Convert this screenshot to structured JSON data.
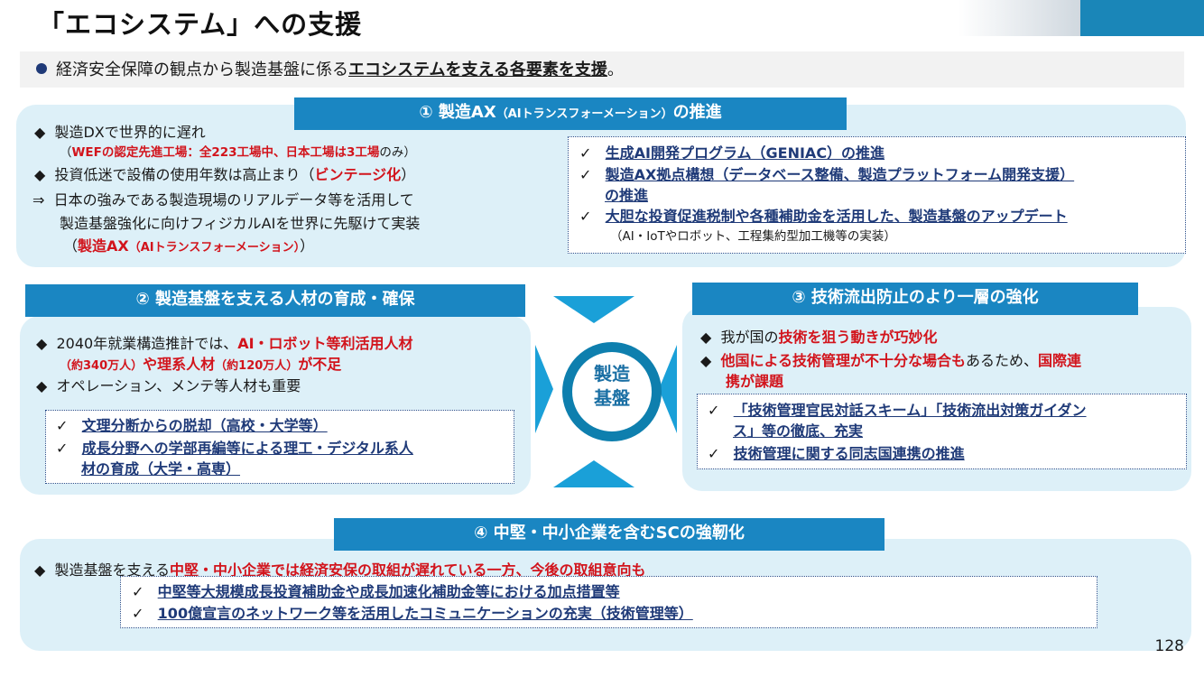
{
  "title": "「エコシステム」への支援",
  "lead": {
    "prefix": "経済安全保障の観点から製造基盤に係る",
    "emph": "エコシステムを支える各要素を支援",
    "suffix": "。"
  },
  "s1": {
    "header_main": "① 製造AX",
    "header_sub": "（AIトランスフォーメーション）",
    "header_tail": "の推進",
    "left": {
      "l1": "製造DXで世界的に遅れ",
      "l2_open": "（",
      "l2_red": "WEFの認定先進工場：全223工場中、日本工場は3工場",
      "l2_close": "のみ）",
      "l3_pre": "投資低迷で設備の使用年数は高止まり（",
      "l3_red": "ビンテージ化",
      "l3_close": "）",
      "l4": "日本の強みである製造現場のリアルデータ等を活用して",
      "l5": "製造基盤強化に向けフィジカルAIを世界に先駆けて実装",
      "l6_open": "（",
      "l6_red": "製造AX",
      "l6_red_small": "（AIトランスフォーメーション）",
      "l6_close": "）"
    },
    "right": {
      "c1": "生成AI開発プログラム（GENIAC）の推進",
      "c2a": "製造AX拠点構想（データベース整備、製造プラットフォーム開発支援）",
      "c2b": "の推進",
      "c3": "大胆な投資促進税制や各種補助金を活用した、製造基盤のアップデート",
      "c3_note": "（AI・IoTやロボット、工程集約型加工機等の実装）"
    }
  },
  "s2": {
    "header": "② 製造基盤を支える人材の育成・確保",
    "b1_pre": "2040年就業構造推計では、",
    "b1_red": "AI・ロボット等利活用人材",
    "b1b_red1": "（約340万人）",
    "b1b_red2": "や理系人材",
    "b1b_red3": "（約120万人）",
    "b1b_red4": "が不足",
    "b2": "オペレーション、メンテ等人材も重要",
    "c1": "文理分断からの脱却（高校・大学等）",
    "c2a": "成長分野への学部再編等による理工・デジタル系人",
    "c2b": "材の育成（大学・高専）"
  },
  "s3": {
    "header": "③ 技術流出防止のより一層の強化",
    "b1_pre": "我が国の",
    "b1_red": "技術を狙う動きが巧妙化",
    "b2_red": "他国による技術管理が不十分な場合も",
    "b2_mid": "あるため、",
    "b2_red2": "国際連",
    "b2b_red": "携が課題",
    "c1a": "「技術管理官民対話スキーム」「技術流出対策ガイダン",
    "c1b": "ス」等の徹底、充実",
    "c2": "技術管理に関する同志国連携の推進"
  },
  "center": {
    "line1": "製造",
    "line2": "基盤"
  },
  "s4": {
    "header": "④ 中堅・中小企業を含むSCの強靭化",
    "b1_pre": "製造基盤を支える",
    "b1_red": "中堅・中小企業では経済安保の取組が遅れている一方、今後の取組意向も",
    "c1": "中堅等大規模成長投資補助金や成長加速化補助金等における加点措置等",
    "c2": "100億宣言のネットワーク等を活用したコミュニケーションの充実（技術管理等）"
  },
  "page_number": "128",
  "symbols": {
    "diamond": "◆",
    "check": "✓",
    "arrow": "⇒",
    "bullet": "●"
  },
  "colors": {
    "accent_blue": "#1a86c2",
    "panel": "#ddf0f8",
    "red": "#d2141c",
    "navy": "#1f3a78"
  }
}
